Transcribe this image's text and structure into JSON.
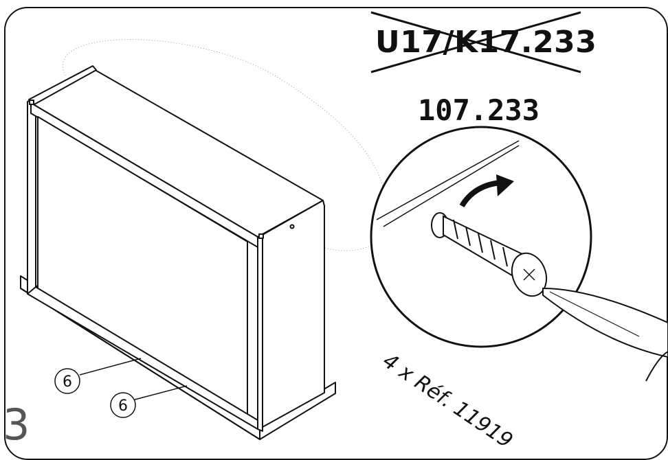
{
  "instruction": {
    "old_reference": "U17/K17.233",
    "new_reference": "107.233",
    "step_number": "3",
    "screw_callout": "4 x Réf. 11919",
    "part_callouts": [
      "6",
      "6"
    ]
  },
  "icons": {
    "cabinet": "cabinet-assembly-drawing",
    "screw": "wood-screw-icon",
    "screwdriver": "pozidriv-screwdriver-icon",
    "rotation": "clockwise-arrow-icon",
    "cross": "cross-out-icon"
  }
}
